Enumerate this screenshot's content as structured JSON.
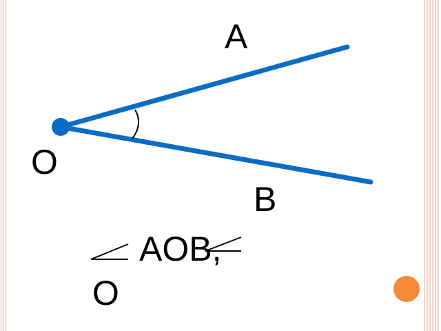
{
  "labels": {
    "vertex": "O",
    "point_a": "A",
    "point_b": "B",
    "angle_name": "AOB,",
    "angle_vertex": "O"
  },
  "colors": {
    "ray": "#0a6cc4",
    "vertex_dot": "#0a6cc4",
    "arc": "#000000",
    "text": "#000000",
    "frame_stripe": "#f3b9a4",
    "nav_button": "#f5883a",
    "background": "#ffffff"
  },
  "icons": {
    "angle_symbol": "angle-sign-icon",
    "nav_button": "orange-circle-button-icon"
  }
}
